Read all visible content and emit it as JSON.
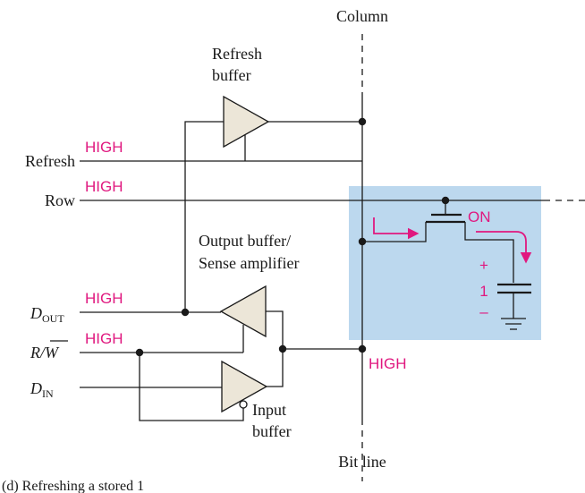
{
  "colors": {
    "logic_high": "#e0187f",
    "cell_highlight": "#bcd8ee",
    "buffer_fill": "#ece6d8",
    "wire": "#1a1a1a"
  },
  "labels": {
    "column": "Column",
    "bit_line": "Bit line",
    "refresh_buffer_line1": "Refresh",
    "refresh_buffer_line2": "buffer",
    "output_buffer_line1": "Output buffer/",
    "output_buffer_line2": "Sense amplifier",
    "input_buffer_line1": "Input",
    "input_buffer_line2": "buffer",
    "caption": "(d) Refreshing a stored 1"
  },
  "signals": {
    "refresh": {
      "name": "Refresh",
      "state": "HIGH"
    },
    "row": {
      "name": "Row",
      "state": "HIGH"
    },
    "dout": {
      "name": "D",
      "subscript": "OUT",
      "state": "HIGH"
    },
    "rw": {
      "name_r": "R/",
      "name_w": "W",
      "state": "HIGH"
    },
    "din": {
      "name": "D",
      "subscript": "IN"
    },
    "bit_line_state": "HIGH"
  },
  "cell": {
    "transistor_state": "ON",
    "capacitor_plus": "+",
    "capacitor_value": "1",
    "capacitor_minus": "–"
  }
}
